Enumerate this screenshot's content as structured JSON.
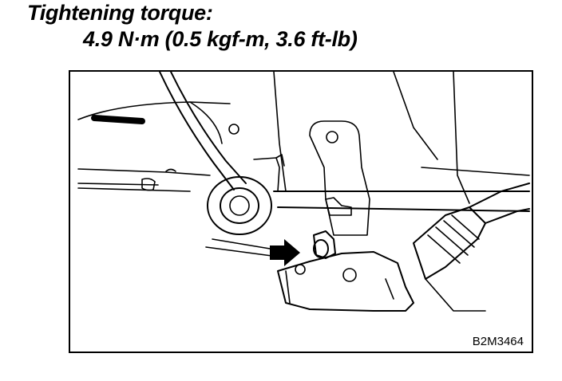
{
  "heading": "Tightening torque:",
  "torque_spec": "4.9 N·m (0.5 kgf-m, 3.6 ft-lb)",
  "figure": {
    "code": "B2M3464",
    "arrow_icon": "black-arrow-icon"
  }
}
